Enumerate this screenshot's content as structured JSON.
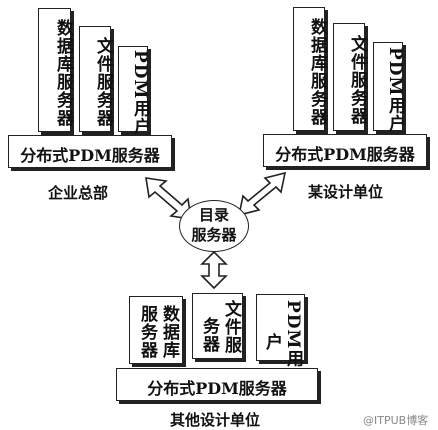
{
  "headquarters": {
    "label": "企业总部",
    "pdm_server": "分布式PDM服务器",
    "db_server": "数据库服务器",
    "file_server": "文件服务器",
    "pdm_user": "PDM用户"
  },
  "design_unit": {
    "label": "某设计单位",
    "pdm_server": "分布式PDM服务器",
    "db_server": "数据库服务器",
    "file_server": "文件服务器",
    "pdm_user": "PDM用户"
  },
  "directory": {
    "line1": "目录",
    "line2": "服务器"
  },
  "other_units": {
    "label": "其他设计单位",
    "pdm_server": "分布式PDM服务器",
    "db_server_col1": "服务器",
    "db_server_col2": "数据库",
    "file_server_col1": "务器",
    "file_server_col2": "文件服",
    "pdm_user_col1": "户",
    "pdm_user_col2": "PDM用"
  },
  "watermark": "@ITPUB博客"
}
